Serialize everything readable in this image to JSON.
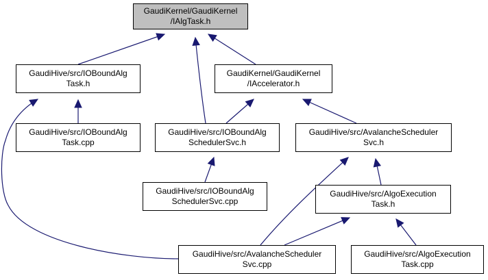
{
  "colors": {
    "node_border": "#000000",
    "node_fill": "#ffffff",
    "focus_fill": "#bfbfbf",
    "edge": "#191970"
  },
  "nodes": [
    {
      "id": "ialgtask",
      "lines": [
        "GaudiKernel/GaudiKernel",
        "/IAlgTask.h"
      ],
      "focus": true
    },
    {
      "id": "ioboundalgtask_h",
      "lines": [
        "GaudiHive/src/IOBoundAlg",
        "Task.h"
      ],
      "focus": false
    },
    {
      "id": "iaccelerator_h",
      "lines": [
        "GaudiKernel/GaudiKernel",
        "/IAccelerator.h"
      ],
      "focus": false
    },
    {
      "id": "ioboundalgtask_cpp",
      "lines": [
        "GaudiHive/src/IOBoundAlg",
        "Task.cpp"
      ],
      "focus": false
    },
    {
      "id": "ioboundalgschedulersvc_h",
      "lines": [
        "GaudiHive/src/IOBoundAlg",
        "SchedulerSvc.h"
      ],
      "focus": false
    },
    {
      "id": "avalanchescheduler_h",
      "lines": [
        "GaudiHive/src/AvalancheScheduler",
        "Svc.h"
      ],
      "focus": false
    },
    {
      "id": "ioboundalgschedulersvc_cpp",
      "lines": [
        "GaudiHive/src/IOBoundAlg",
        "SchedulerSvc.cpp"
      ],
      "focus": false
    },
    {
      "id": "algoexecutiontask_h",
      "lines": [
        "GaudiHive/src/AlgoExecution",
        "Task.h"
      ],
      "focus": false
    },
    {
      "id": "avalanchescheduler_cpp",
      "lines": [
        "GaudiHive/src/AvalancheScheduler",
        "Svc.cpp"
      ],
      "focus": false
    },
    {
      "id": "algoexecutiontask_cpp",
      "lines": [
        "GaudiHive/src/AlgoExecution",
        "Task.cpp"
      ],
      "focus": false
    }
  ],
  "edges": [
    {
      "from": "ioboundalgtask_h",
      "to": "ialgtask"
    },
    {
      "from": "ioboundalgschedulersvc_h",
      "to": "ialgtask"
    },
    {
      "from": "iaccelerator_h",
      "to": "ialgtask"
    },
    {
      "from": "ioboundalgtask_cpp",
      "to": "ioboundalgtask_h"
    },
    {
      "from": "avalanchescheduler_cpp",
      "to": "ioboundalgtask_h"
    },
    {
      "from": "ioboundalgschedulersvc_h",
      "to": "iaccelerator_h"
    },
    {
      "from": "avalanchescheduler_h",
      "to": "iaccelerator_h"
    },
    {
      "from": "ioboundalgschedulersvc_cpp",
      "to": "ioboundalgschedulersvc_h"
    },
    {
      "from": "avalanchescheduler_cpp",
      "to": "avalanchescheduler_h"
    },
    {
      "from": "algoexecutiontask_h",
      "to": "avalanchescheduler_h"
    },
    {
      "from": "avalanchescheduler_cpp",
      "to": "algoexecutiontask_h"
    },
    {
      "from": "algoexecutiontask_cpp",
      "to": "algoexecutiontask_h"
    }
  ]
}
